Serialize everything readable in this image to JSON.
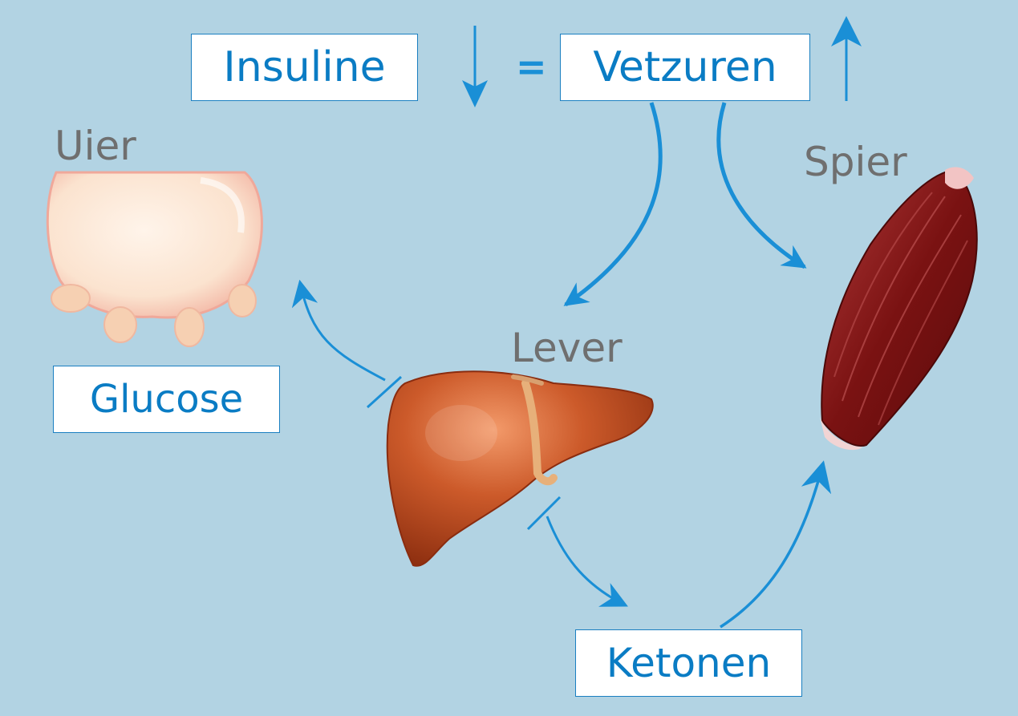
{
  "labels": {
    "insulin": "Insuline",
    "equals": "=",
    "fatty_acids": "Vetzuren",
    "udder": "Uier",
    "muscle": "Spier",
    "liver": "Lever",
    "glucose": "Glucose",
    "ketones": "Ketonen"
  },
  "colors": {
    "background": "#b2d3e3",
    "arrow": "#1a8fd6",
    "box_text": "#0a7cc4",
    "organ_label": "#6f6f6f",
    "liver": "#b84a1f",
    "muscle": "#7a1212",
    "udder": "#fbe3cf"
  },
  "icons": {
    "insulin_trend": "arrow-down-icon",
    "fatty_acids_trend": "arrow-up-icon",
    "udder": "udder-icon",
    "liver": "liver-icon",
    "muscle": "muscle-icon"
  }
}
